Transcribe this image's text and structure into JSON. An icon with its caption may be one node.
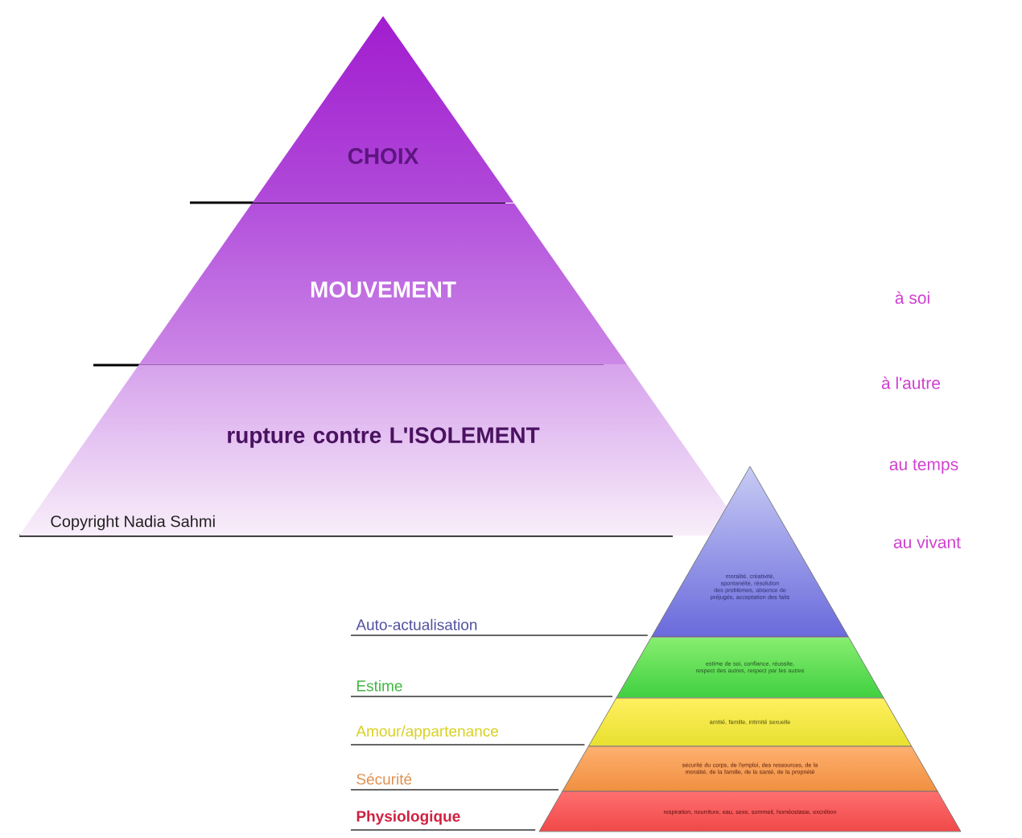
{
  "diagram": {
    "nodes": [
      {
        "text": [
          "CHOIX"
        ]
      },
      {
        "text": [
          "MOUVEMENT"
        ]
      },
      {
        "text": [
          "rupture contre L'ISOLEMENT"
        ]
      },
      {
        "text": [
          "moralité, créativité, spontanéité, résolution des problèmes, absence de préjugés, acceptation des faits"
        ]
      },
      {
        "text": [
          "estime de soi, confiance, réussite, respect des autres, respect par les autres"
        ]
      },
      {
        "text": [
          "amitié, famille, intimité sexuelle"
        ]
      },
      {
        "text": [
          "sécurité du corps, de l'emploi, des ressources, de la moralité, de la famille, de la santé, de la propriété"
        ]
      },
      {
        "text": [
          "respiration, nourriture, eau, sexe, sommeil, homéostasie, excrétion"
        ]
      }
    ],
    "labels": [
      "Copyright Nadia Sahmi",
      "à soi",
      "à l'autre",
      "au temps",
      "Auto-actualisation",
      "au vivant",
      "Estime",
      "Amour/appartenance",
      "Sécurité",
      "Physiologique"
    ]
  }
}
